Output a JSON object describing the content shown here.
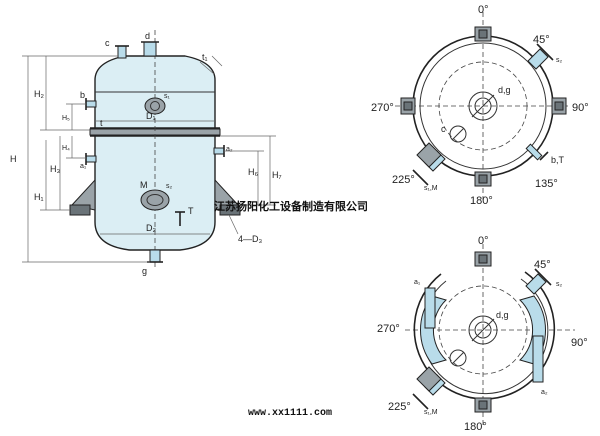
{
  "watermark": "江苏扬阳化工设备制造有限公司",
  "url": "www.xx1111.com",
  "elevation": {
    "labels": {
      "H": "H",
      "H1": "H₁",
      "H2": "H₂",
      "H3": "H₃",
      "H5": "H₅",
      "H4": "H₄",
      "H6": "H₆",
      "H7": "H₇",
      "c": "c",
      "d": "d",
      "t1": "t₁",
      "b": "b",
      "t": "t",
      "s1": "s₁",
      "D1": "D₁",
      "a2": "a₂",
      "a1": "a₁",
      "M": "M",
      "s2": "s₂",
      "T": "T",
      "D2": "D₂",
      "bolts": "4—D₃",
      "g": "g"
    }
  },
  "plan_top": {
    "angles": {
      "a0": "0°",
      "a45": "45°",
      "a90": "90°",
      "a135": "135°",
      "a180": "180°",
      "a225": "225°",
      "a270": "270°"
    },
    "labels": {
      "s2": "s₂",
      "dg": "d,g",
      "c": "c",
      "bT": "b,T",
      "s1M": "s₁,M"
    }
  },
  "plan_bottom": {
    "angles": {
      "a0": "0°",
      "a45": "45°",
      "a90": "90°",
      "a180": "180°",
      "a225": "225°",
      "a270": "270°"
    },
    "labels": {
      "a1": "a₁",
      "s2": "s₂",
      "dg": "d,g",
      "a2": "a₂",
      "s1M": "s₁,M"
    }
  }
}
